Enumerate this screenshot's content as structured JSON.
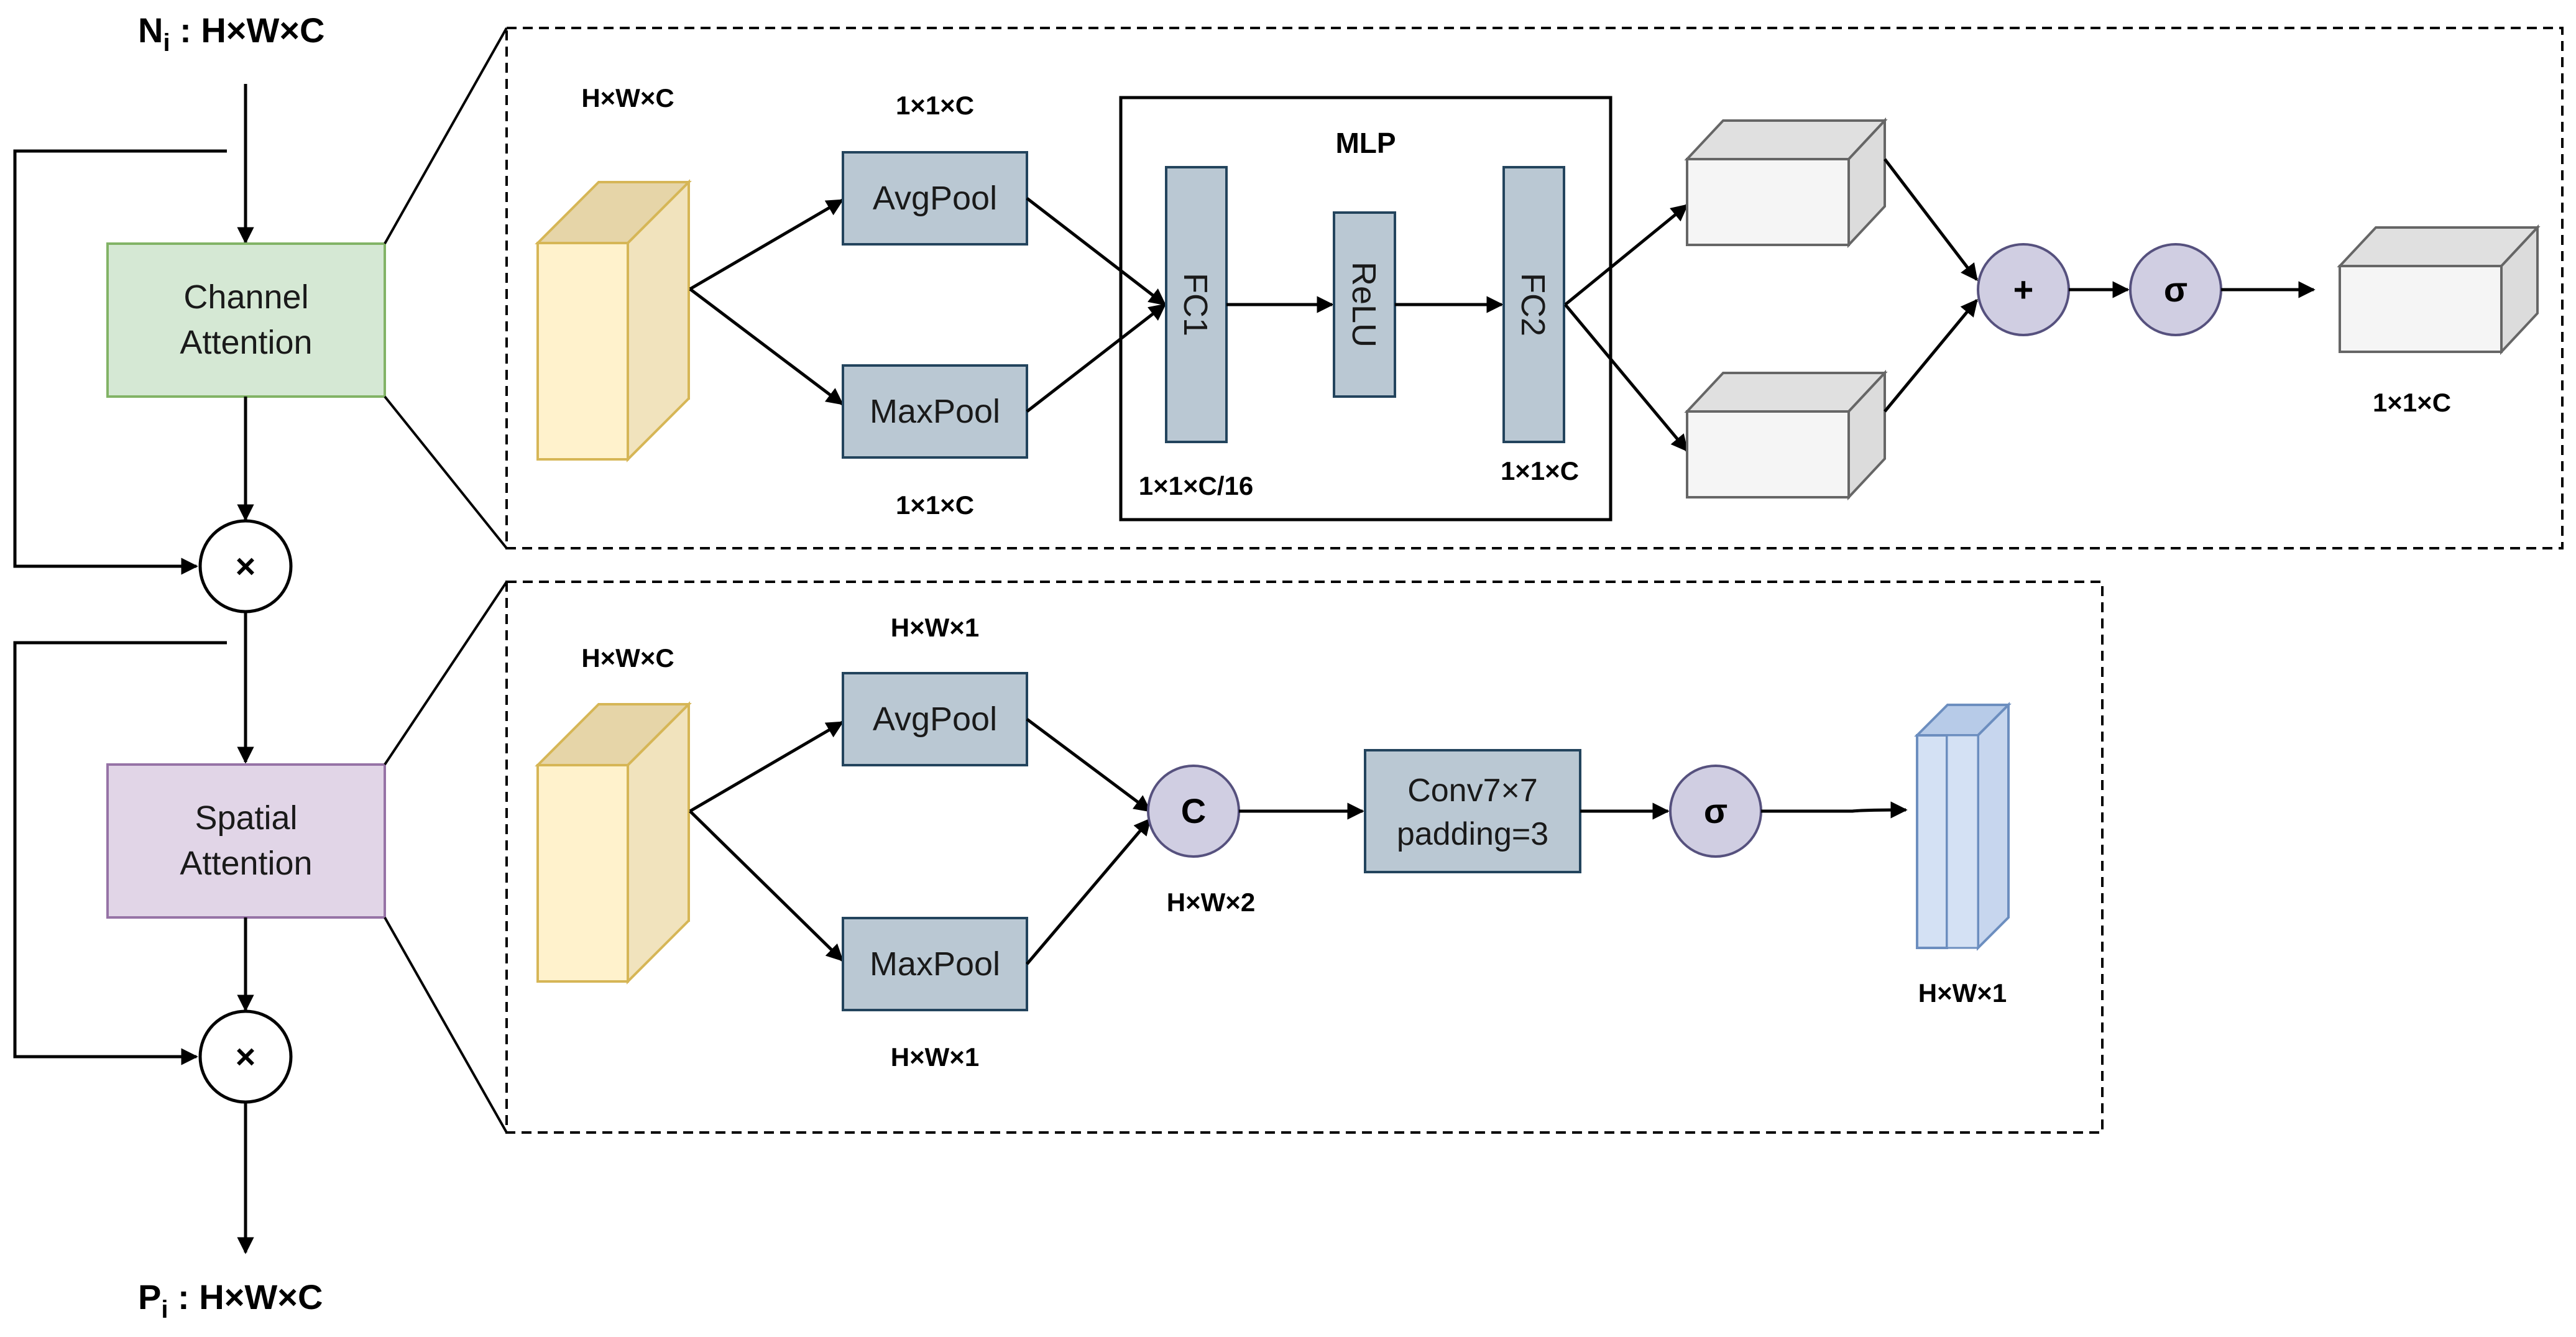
{
  "colors": {
    "channel_box": "#d5e8d4",
    "channel_border": "#82b366",
    "spatial_box": "#e1d5e7",
    "spatial_border": "#9673a6",
    "pool_box": "#bac8d3",
    "pool_border": "#23445d",
    "feature_front": "#fff2cc",
    "feature_side": "#f1e3bd",
    "feature_border": "#d6b656",
    "gray_front": "#f5f5f5",
    "gray_side": "#e0e0e0",
    "gray_border": "#666666",
    "blue_front": "#d4e1f4",
    "blue_side": "#b7cbe8",
    "blue_border": "#6c8ebf",
    "op_circle": "#d0cee2",
    "op_border": "#56517e"
  },
  "left_chain": {
    "input_label_main": "N",
    "input_label_sub": "i",
    "input_label_rest": " : H×W×C",
    "channel_attention": [
      "Channel",
      "Attention"
    ],
    "spatial_attention": [
      "Spatial",
      "Attention"
    ],
    "multiply_symbol": "×",
    "output_label_main": "P",
    "output_label_sub": "i",
    "output_label_rest": " : H×W×C"
  },
  "channel_module": {
    "input_dim": "H×W×C",
    "avgpool_label": "AvgPool",
    "avgpool_dim": "1×1×C",
    "maxpool_label": "MaxPool",
    "maxpool_dim": "1×1×C",
    "mlp_title": "MLP",
    "fc1_label": "FC1",
    "fc1_dim": "1×1×C/16",
    "relu_label": "ReLU",
    "fc2_label": "FC2",
    "fc2_dim": "1×1×C",
    "plus_symbol": "+",
    "sigma_symbol": "σ",
    "output_dim": "1×1×C"
  },
  "spatial_module": {
    "input_dim": "H×W×C",
    "avgpool_label": "AvgPool",
    "avgpool_dim": "H×W×1",
    "maxpool_label": "MaxPool",
    "maxpool_dim": "H×W×1",
    "concat_symbol": "C",
    "concat_dim": "H×W×2",
    "conv_line1": "Conv7×7",
    "conv_line2": "padding=3",
    "sigma_symbol": "σ",
    "output_dim": "H×W×1"
  }
}
